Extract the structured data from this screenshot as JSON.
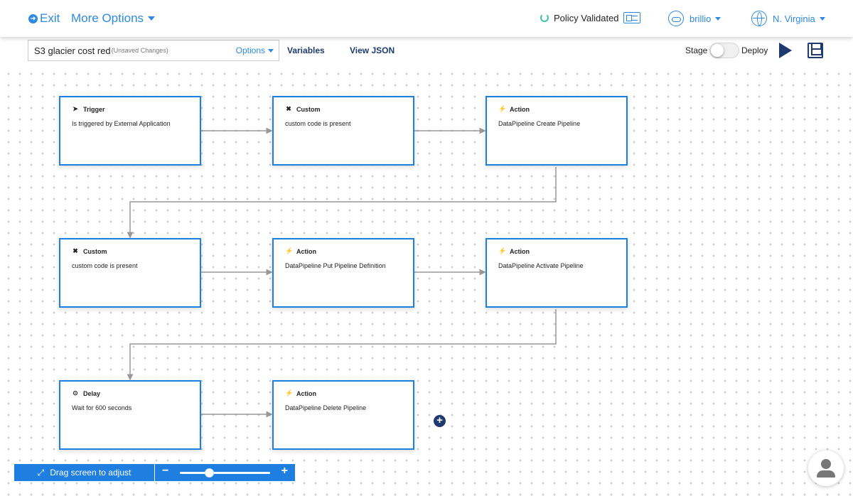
{
  "header": {
    "exit_label": "Exit",
    "more_options_label": "More Options",
    "policy_status": "Policy Validated",
    "account": "brillio",
    "region": "N. Virginia"
  },
  "toolbar": {
    "workflow_name": "S3 glacier cost red",
    "unsaved_label": "(Unsaved Changes)",
    "options_label": "Options",
    "variables_label": "Variables",
    "view_json_label": "View JSON",
    "stage_label": "Stage",
    "deploy_label": "Deploy",
    "deploy_toggle_on": false
  },
  "nodes": [
    {
      "type": "Trigger",
      "icon": "trigger-icon",
      "description": "Is triggered by External Application"
    },
    {
      "type": "Custom",
      "icon": "custom-icon",
      "description": "custom code is present"
    },
    {
      "type": "Action",
      "icon": "action-icon",
      "description": "DataPipeline Create Pipeline"
    },
    {
      "type": "Custom",
      "icon": "custom-icon",
      "description": "custom code is present"
    },
    {
      "type": "Action",
      "icon": "action-icon",
      "description": "DataPipeline Put Pipeline Definition"
    },
    {
      "type": "Action",
      "icon": "action-icon",
      "description": "DataPipeline Activate Pipeline"
    },
    {
      "type": "Delay",
      "icon": "delay-icon",
      "description": "Wait for 600 seconds"
    },
    {
      "type": "Action",
      "icon": "action-icon",
      "description": "DataPipeline Delete Pipeline"
    }
  ],
  "footer": {
    "drag_label": "Drag screen to adjust",
    "zoom_minus": "−",
    "zoom_plus": "+",
    "zoom_level": 0.33
  },
  "colors": {
    "accent": "#1f7fe0",
    "link": "#2d8ae0",
    "navy": "#1e3a6e"
  }
}
